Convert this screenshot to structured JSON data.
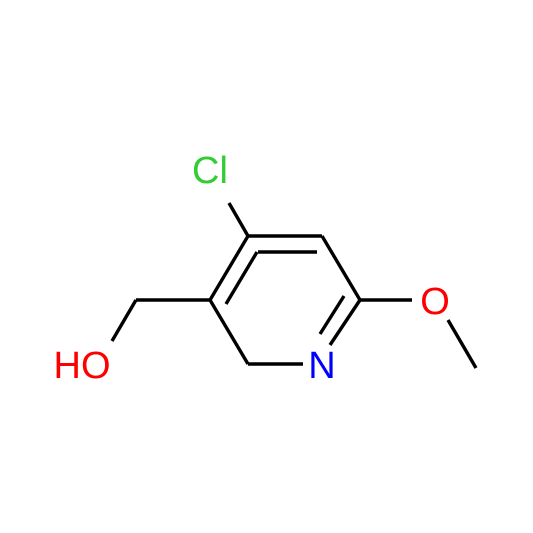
{
  "molecule": {
    "atoms": [
      {
        "id": "cl",
        "symbol": "Cl",
        "color": "#33cc33"
      },
      {
        "id": "n",
        "symbol": "N",
        "color": "#0000ff"
      },
      {
        "id": "o_methoxy",
        "symbol": "O",
        "color": "#ff0000"
      },
      {
        "id": "o_hydroxyl",
        "symbol": "HO",
        "color": "#ff0000"
      }
    ],
    "bond_color": "#000000"
  }
}
